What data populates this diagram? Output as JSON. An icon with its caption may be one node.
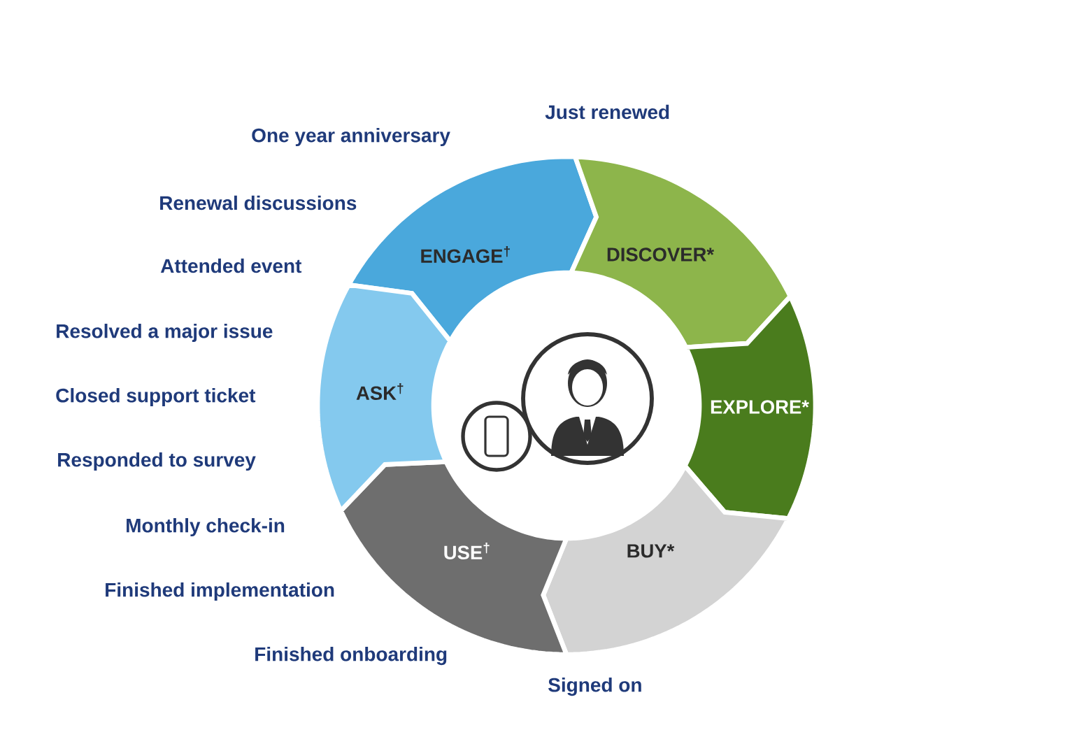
{
  "diagram": {
    "nodes": [
      {
        "text": [
          "ENGAGE$^{†}$"
        ]
      },
      {
        "text": [
          "DISCOVER*"
        ]
      },
      {
        "text": [
          "EXPLORE*"
        ]
      },
      {
        "text": [
          "BUY*"
        ]
      },
      {
        "text": [
          "USE$^{†}$"
        ]
      },
      {
        "text": [
          "ASK$^{†}$"
        ]
      }
    ],
    "labels": [
      "Just renewed",
      "One year anniversary",
      "Renewal discussions",
      "Attended event",
      "Resolved a major issue",
      "Closed support ticket",
      "Responded to survey",
      "Monthly check-in",
      "Finished implementation",
      "Finished onboarding",
      "Signed on"
    ]
  }
}
